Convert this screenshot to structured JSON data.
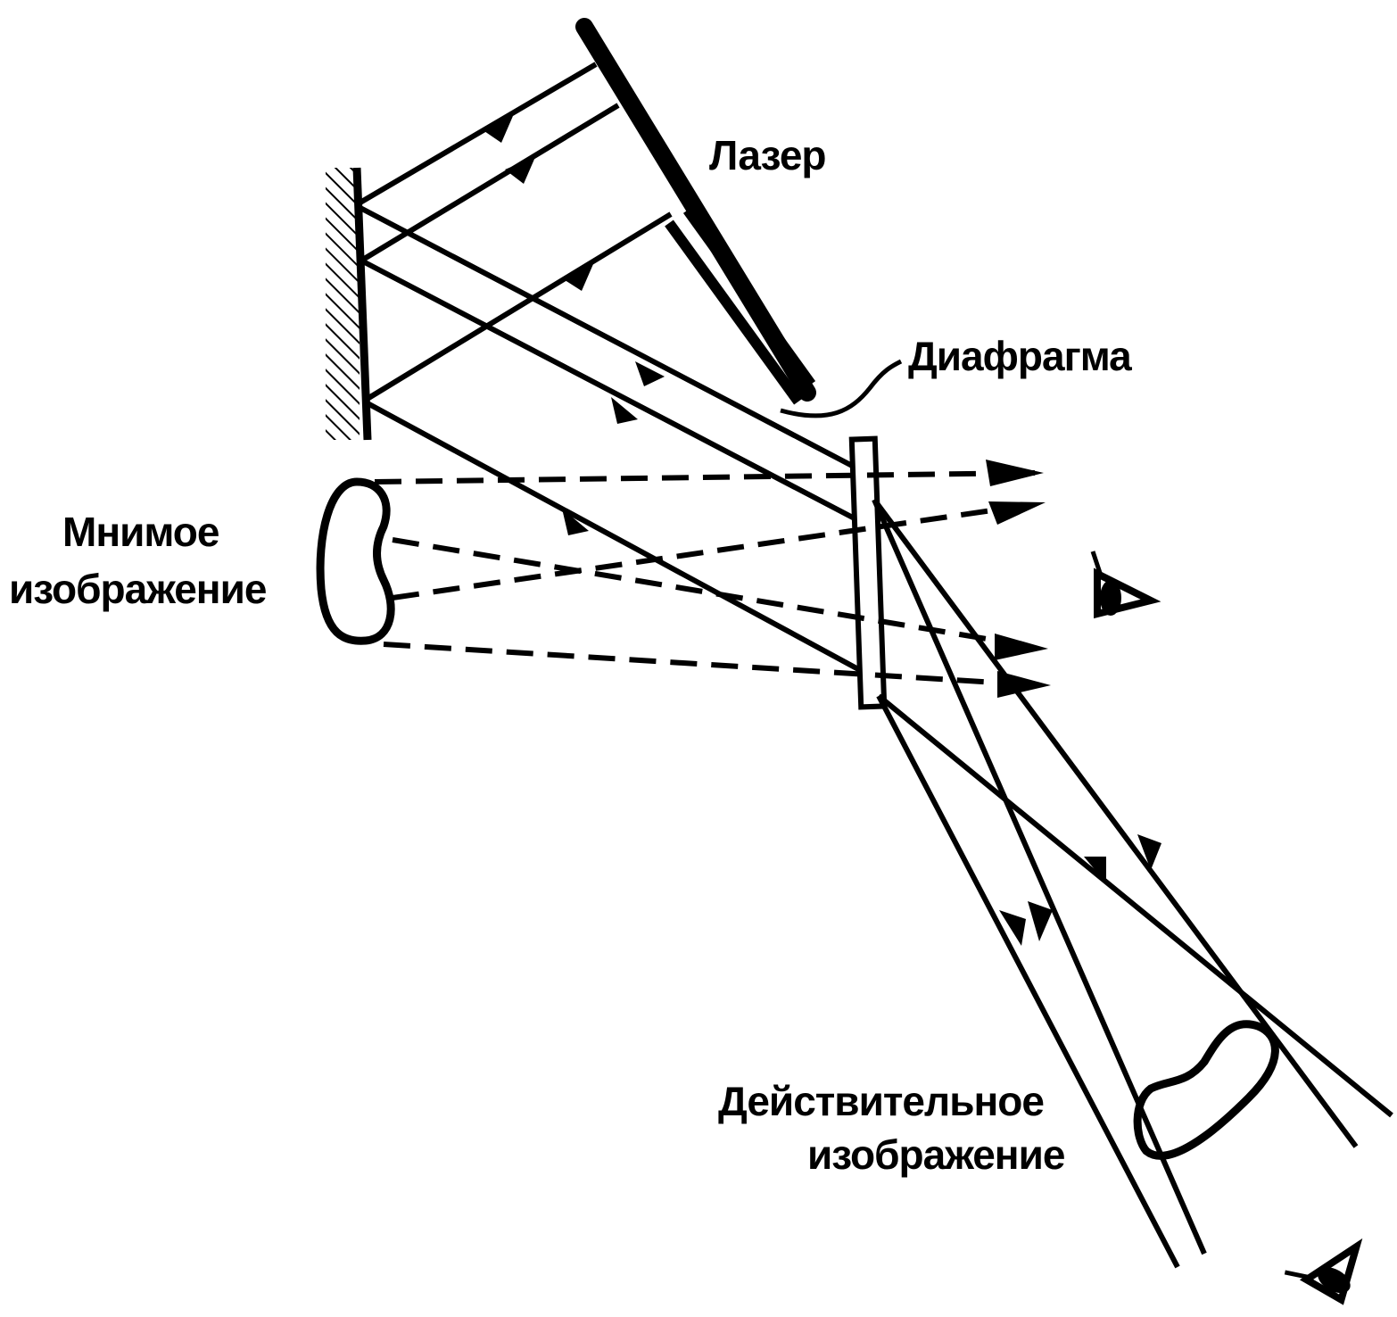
{
  "labels": {
    "laser": "Лазер",
    "diaphragm": "Диафрагма",
    "virtual_image_1": "Мнимое",
    "virtual_image_2": "изображение",
    "real_image_1": "Действительное",
    "real_image_2": "изображение"
  },
  "colors": {
    "ink": "#000000",
    "paper": "#ffffff"
  },
  "icons": [
    "eye-icon",
    "eye-icon"
  ]
}
